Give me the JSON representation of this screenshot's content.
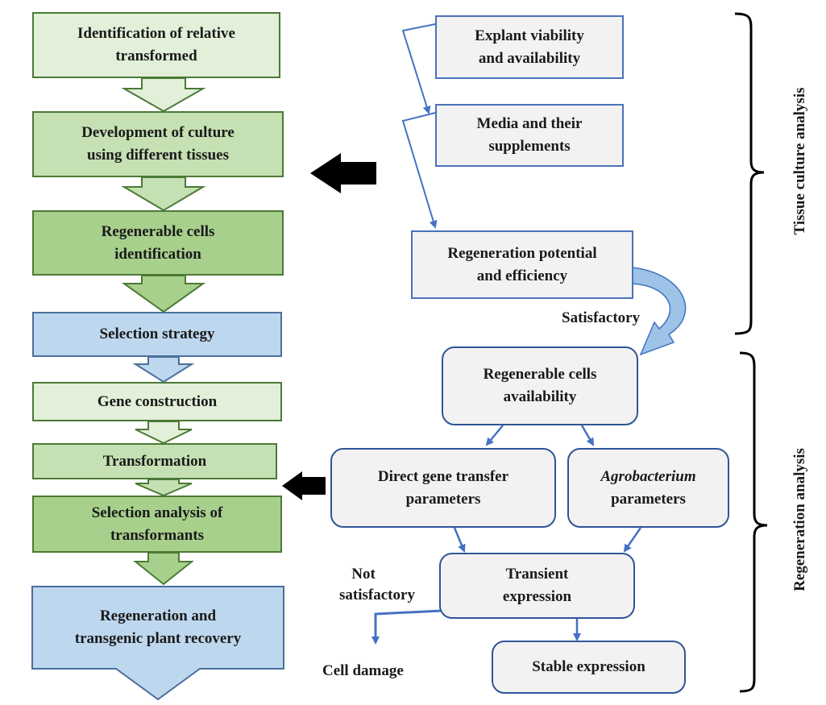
{
  "left_flow": [
    {
      "line1": "Identification of relative",
      "line2": "transformed"
    },
    {
      "line1": "Development of culture",
      "line2": "using different tissues"
    },
    {
      "line1": "Regenerable cells",
      "line2": "identification"
    },
    {
      "line1": "Selection strategy"
    },
    {
      "line1": "Gene construction"
    },
    {
      "line1": "Transformation"
    },
    {
      "line1": "Selection analysis of",
      "line2": "transformants"
    },
    {
      "line1": "Regeneration and",
      "line2": "transgenic plant recovery"
    }
  ],
  "tissue_culture": {
    "explant": {
      "line1": "Explant viability",
      "line2": "and availability"
    },
    "media": {
      "line1": "Media and their",
      "line2": "supplements"
    },
    "regen_potential": {
      "line1": "Regeneration potential",
      "line2": "and efficiency"
    },
    "satisfactory": "Satisfactory"
  },
  "regeneration": {
    "regen_cells": {
      "line1": "Regenerable cells",
      "line2": "availability"
    },
    "direct_gene": {
      "line1": "Direct gene transfer",
      "line2": "parameters"
    },
    "agro": {
      "italic": "Agrobacterium",
      "line2": "parameters"
    },
    "transient": {
      "line1": "Transient",
      "line2": "expression"
    },
    "stable": "Stable expression",
    "not_sat_line1": "Not",
    "not_sat_line2": "satisfactory",
    "cell_damage": "Cell damage"
  },
  "side_labels": {
    "tissue": "Tissue culture analysis",
    "regeneration": "Regeneration analysis"
  },
  "colors": {
    "green_light": "#e2efd9",
    "green_mid": "#c5e0b3",
    "green_dark": "#a8d08d",
    "blue_light": "#bdd7ee",
    "arrow_blue": "#4472c4"
  }
}
